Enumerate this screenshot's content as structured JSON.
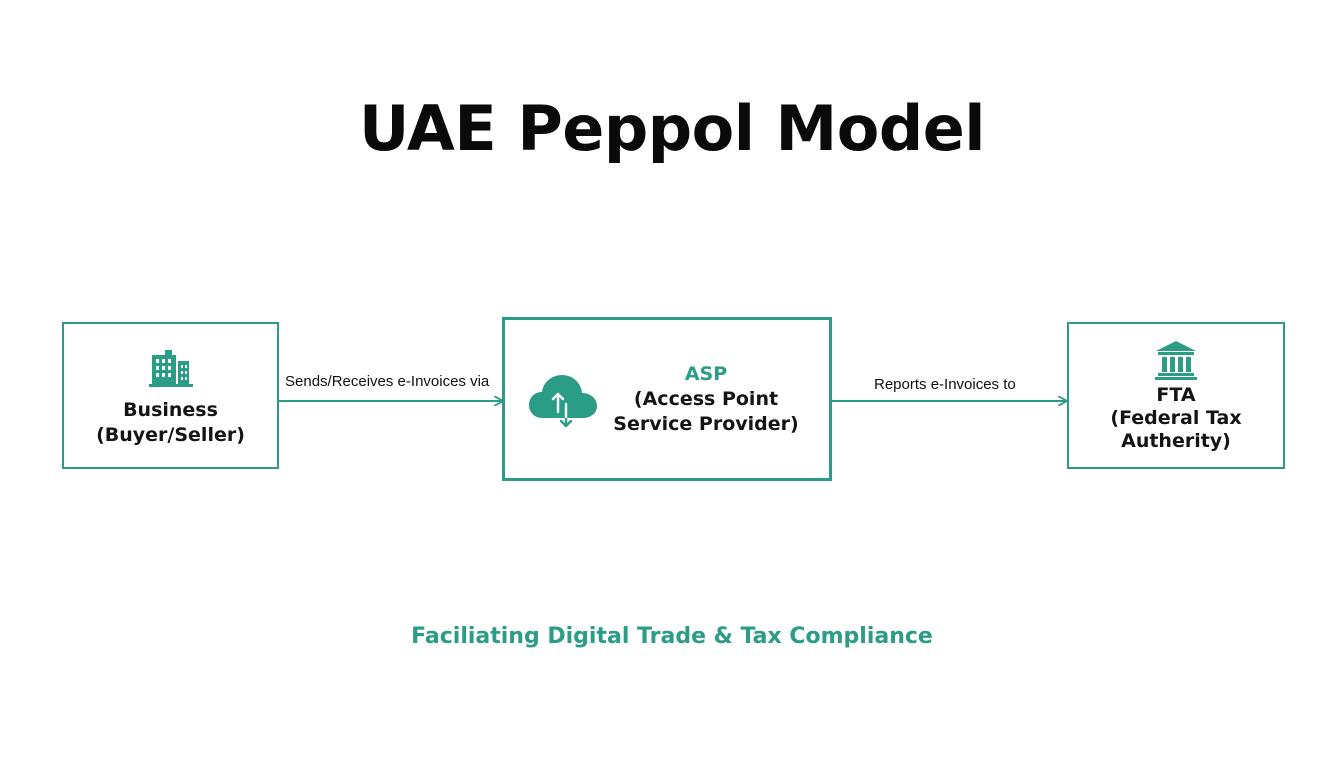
{
  "title": "UAE Peppol Model",
  "tagline": "Faciliating Digital Trade & Tax Compliance",
  "colors": {
    "accent": "#2b9c86",
    "text": "#111111",
    "background": "#ffffff"
  },
  "nodes": {
    "business": {
      "icon": "building-icon",
      "line1": "Business",
      "line2": "(Buyer/Seller)"
    },
    "asp": {
      "icon": "cloud-upload-download-icon",
      "abbr": "ASP",
      "line1": "(Access Point",
      "line2": "Service Provider)"
    },
    "fta": {
      "icon": "government-building-icon",
      "line1": "FTA",
      "line2": "(Federal Tax",
      "line3": "Autherity)"
    }
  },
  "edges": [
    {
      "from": "business",
      "to": "asp",
      "label": "Sends/Receives e-Invoices via"
    },
    {
      "from": "asp",
      "to": "fta",
      "label": "Reports e-Invoices to"
    }
  ]
}
